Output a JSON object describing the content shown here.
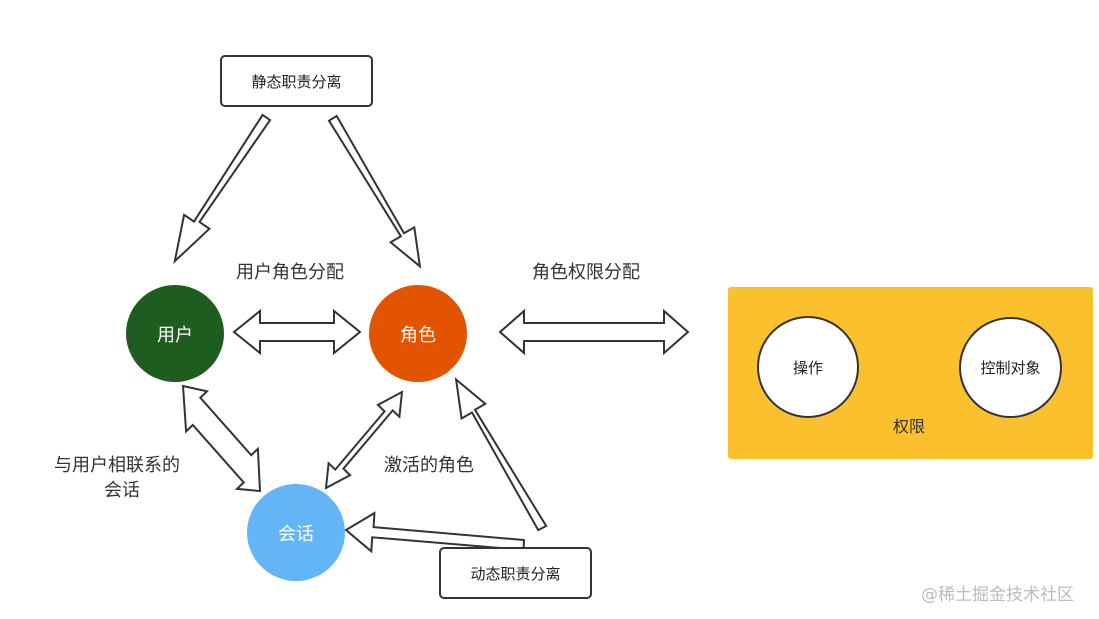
{
  "boxes": {
    "static_sod": "静态职责分离",
    "dynamic_sod": "动态职责分离"
  },
  "nodes": {
    "user": "用户",
    "role": "角色",
    "session": "会话"
  },
  "edge_labels": {
    "user_role_assignment": "用户角色分配",
    "role_permission_assignment": "角色权限分配",
    "user_session_line1": "与用户相联系的",
    "user_session_line2": "会话",
    "activated_roles": "激活的角色"
  },
  "permission": {
    "operation": "操作",
    "controlled_object": "控制对象",
    "label": "权限"
  },
  "watermark": "@稀土掘金技术社区",
  "colors": {
    "user_node": "#1e5c20",
    "role_node": "#e25400",
    "session_node": "#64b5f6",
    "permission_panel": "#fbc02d",
    "stroke": "#333333"
  }
}
